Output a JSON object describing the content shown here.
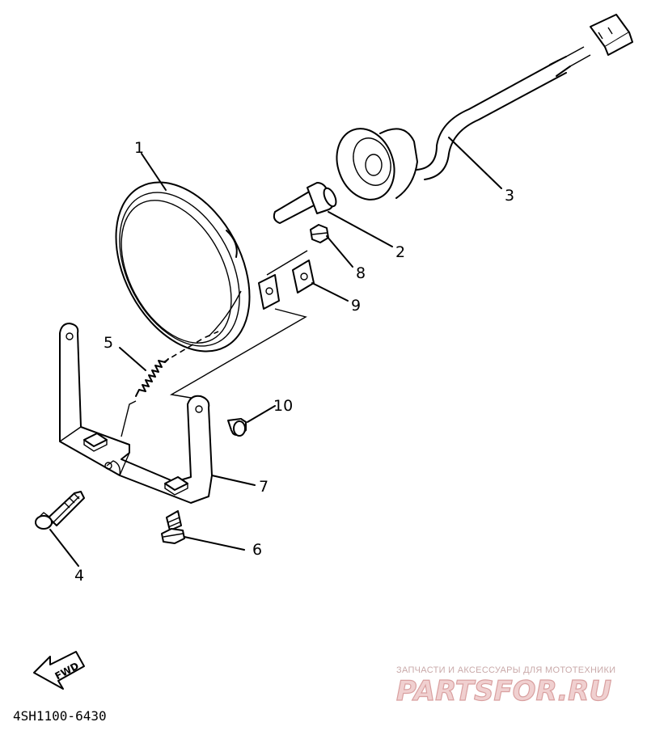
{
  "diagram": {
    "callouts": {
      "c1": "1",
      "c2": "2",
      "c3": "3",
      "c4": "4",
      "c5": "5",
      "c6": "6",
      "c7": "7",
      "c8": "8",
      "c9": "9",
      "c10": "10"
    },
    "fwd_label": "FWD",
    "part_code": "4SH1100-6430"
  },
  "watermark": {
    "tagline": "ЗАПЧАСТИ И АКСЕССУАРЫ ДЛЯ МОТОТЕХНИКИ",
    "logo_text": "PARTSFOR.RU"
  }
}
